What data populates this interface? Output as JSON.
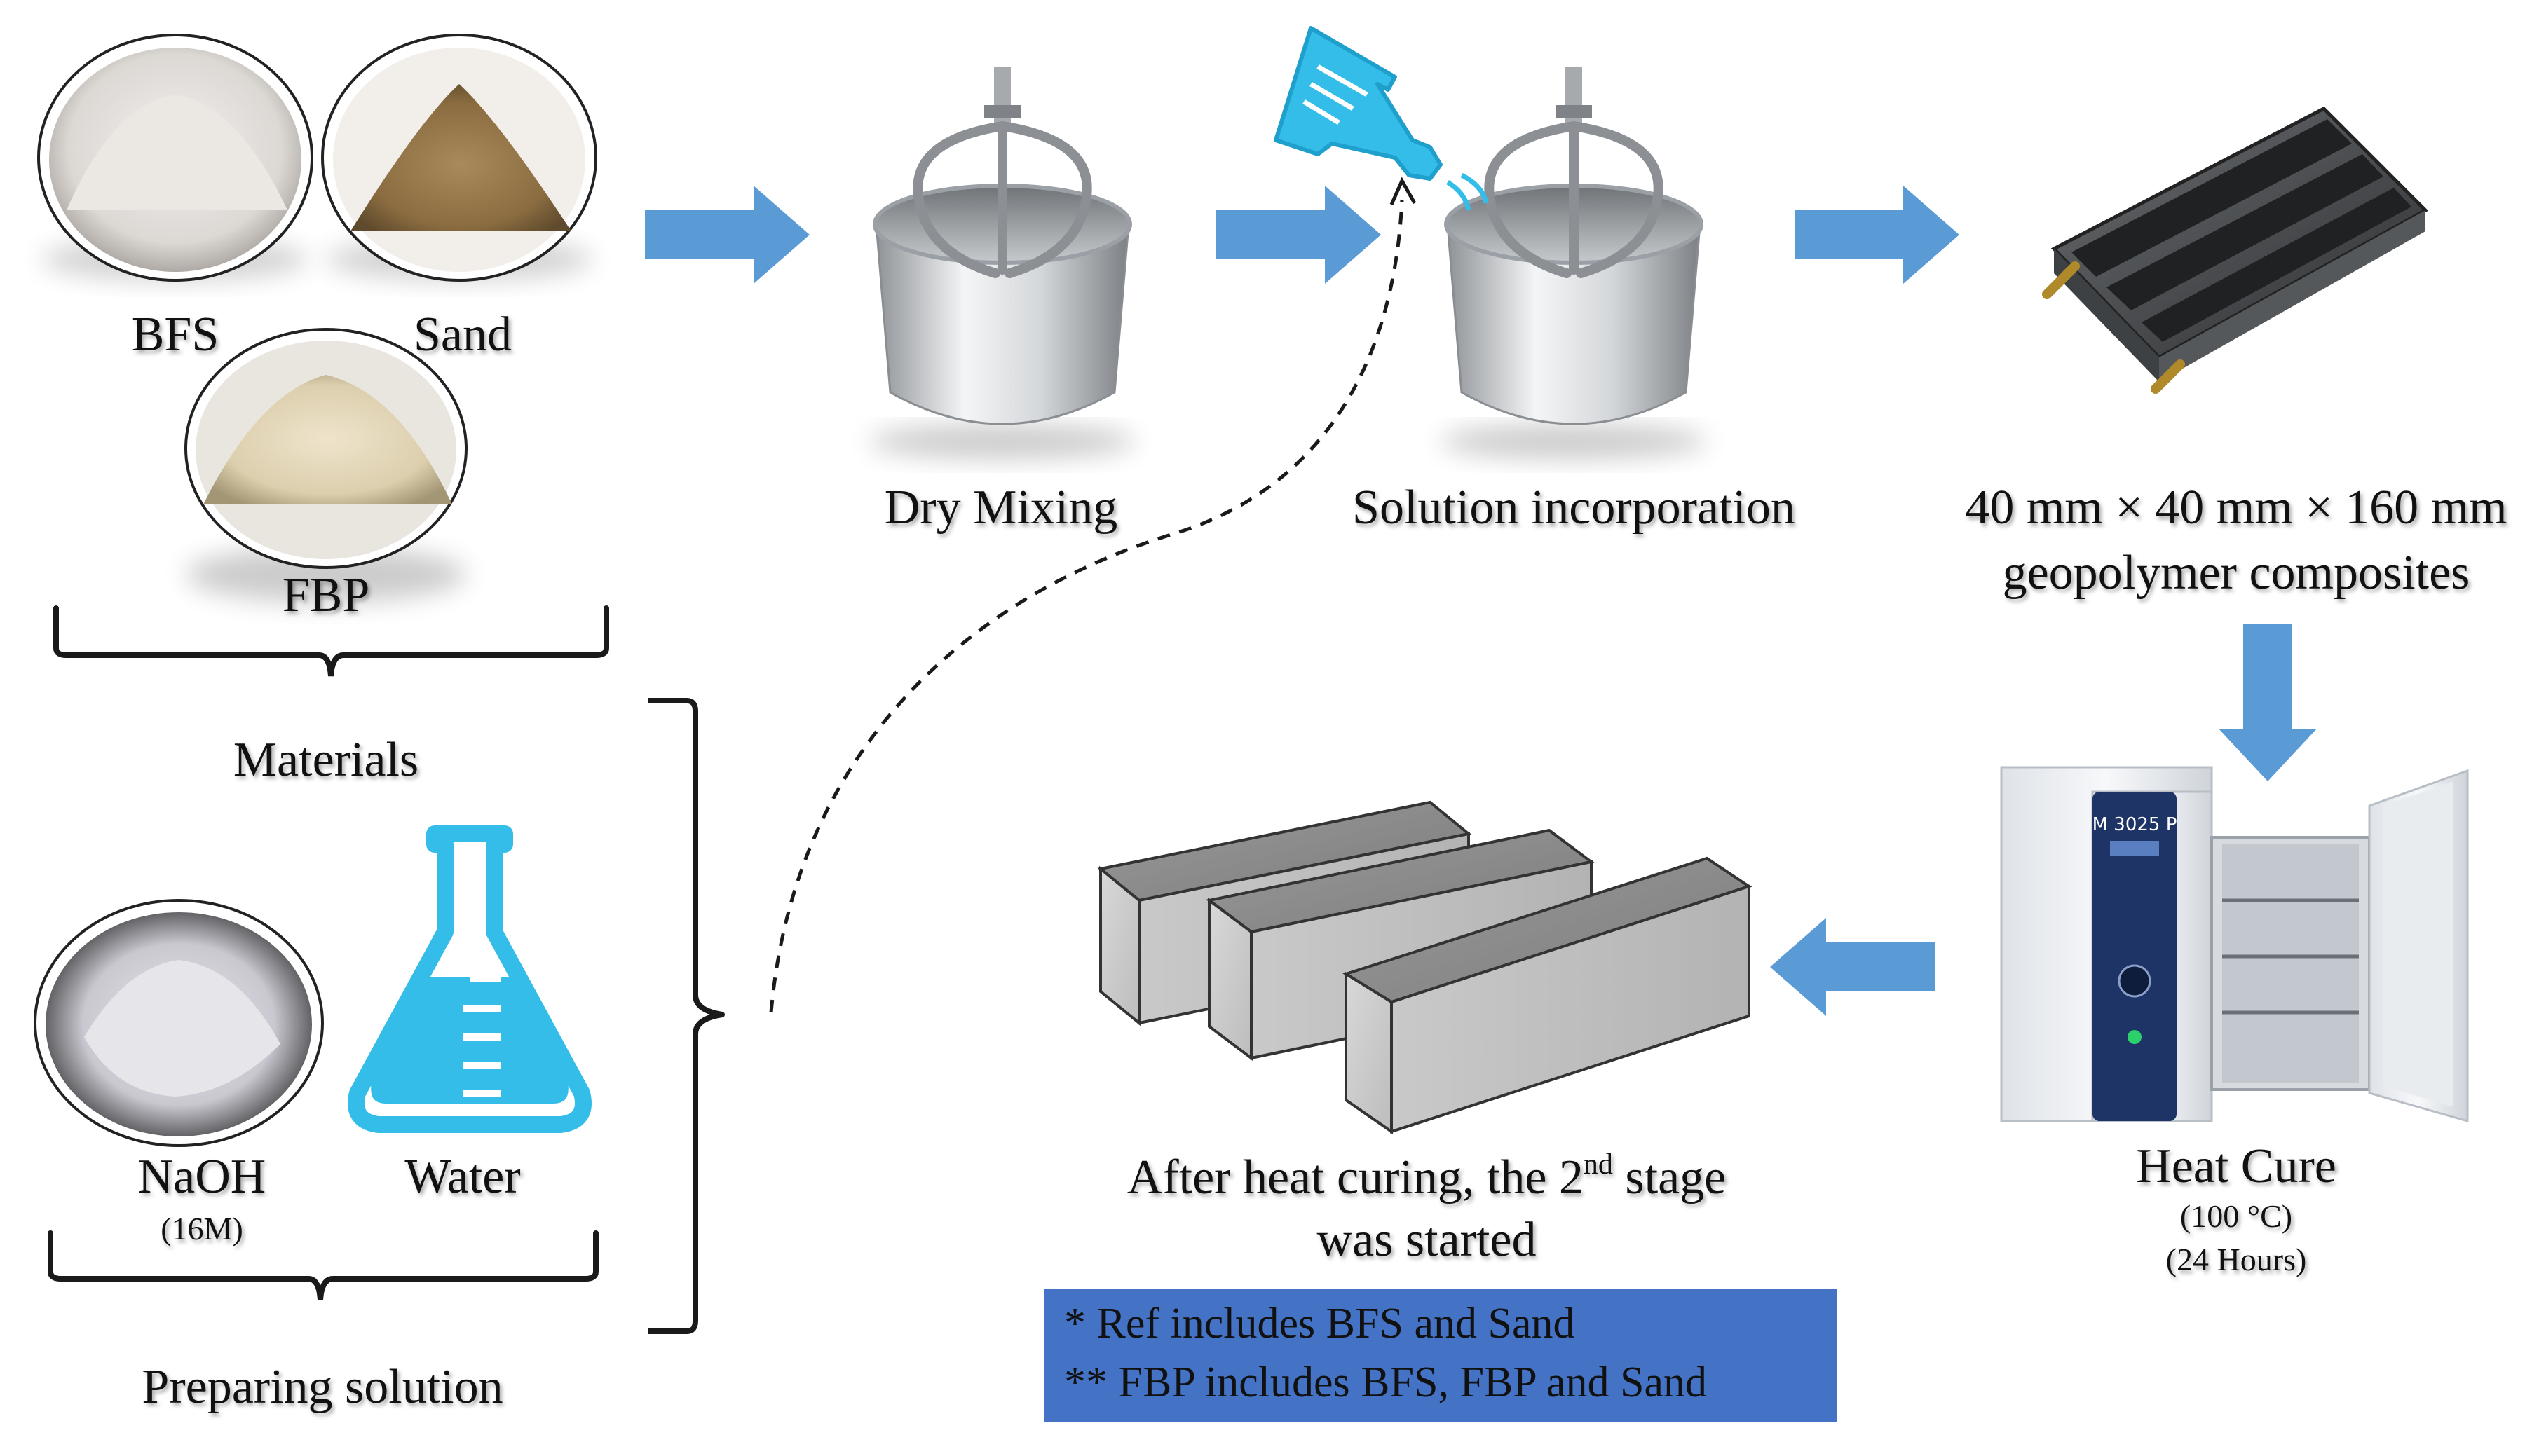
{
  "materials": {
    "bfs_label": "BFS",
    "sand_label": "Sand",
    "fbp_label": "FBP",
    "group_label": "Materials"
  },
  "solution": {
    "naoh_label": "NaOH",
    "naoh_concentration": "(16M)",
    "water_label": "Water",
    "group_label": "Preparing solution"
  },
  "steps": {
    "dry_mixing": "Dry Mixing",
    "solution_incorporation": "Solution incorporation",
    "mold_dimensions": "40 mm × 40 mm × 160 mm",
    "mold_description": "geopolymer composites",
    "heat_cure": "Heat Cure",
    "heat_cure_temp": "(100 °C)",
    "heat_cure_time": "(24 Hours)",
    "final_line1_prefix": "After heat curing, the 2",
    "final_line1_sup": "nd",
    "final_line1_suffix": " stage",
    "final_line2": "was started"
  },
  "oven": {
    "model_label": "M 3025 P"
  },
  "notes": {
    "line1": "* Ref includes BFS and Sand",
    "line2": "** FBP includes BFS, FBP and Sand"
  },
  "colors": {
    "arrow": "#5b9bd5",
    "note_box": "#4472c4",
    "flask": "#33bde8",
    "bracket": "#1a1a1a"
  }
}
